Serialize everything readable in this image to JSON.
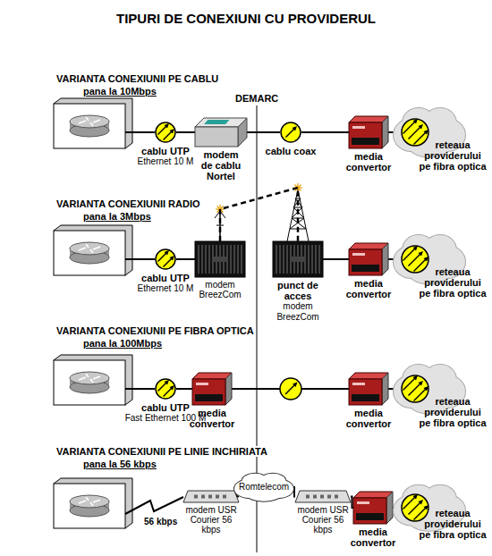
{
  "diagram": {
    "title": "TIPURI DE CONEXIUNI CU PROVIDERUL",
    "nodes": [
      {
        "text": [
          "cablu UTP",
          "Ethernet 10 M"
        ]
      },
      {
        "text": [
          "modem de cablu Nortel"
        ]
      },
      {
        "text": [
          "cablu coax"
        ]
      },
      {
        "text": [
          "media convertor"
        ]
      },
      {
        "text": [
          "reteaua providerului pe fibra optica"
        ]
      },
      {
        "text": [
          "cablu UTP",
          "Ethernet 10 M"
        ]
      },
      {
        "text": [
          "modem BreezCom"
        ]
      },
      {
        "text": [
          "punct de acces",
          "modem BreezCom"
        ]
      },
      {
        "text": [
          "media convertor"
        ]
      },
      {
        "text": [
          "reteaua providerului pe fibra optica"
        ]
      },
      {
        "text": [
          "cablu UTP",
          "Fast Ethernet 100 M"
        ]
      },
      {
        "text": [
          "media convertor"
        ]
      },
      {
        "text": [
          "media convertor"
        ]
      },
      {
        "text": [
          "reteaua providerului pe fibra optica"
        ]
      },
      {
        "text": [
          "modem USR Courier 56 kbps"
        ]
      },
      {
        "text": [
          "Romtelecom"
        ]
      },
      {
        "text": [
          "modem USR Courier 56 kbps"
        ]
      },
      {
        "text": [
          "media convertor"
        ]
      },
      {
        "text": [
          "reteaua providerului pe fibra optica"
        ]
      }
    ],
    "edges": [
      {
        "from": 0,
        "to": 1,
        "arrow": "none"
      },
      {
        "from": 1,
        "to": 2,
        "arrow": "none"
      },
      {
        "from": 2,
        "to": 3,
        "arrow": "none"
      },
      {
        "from": 3,
        "to": 4,
        "arrow": "none"
      },
      {
        "from": 5,
        "to": 6,
        "arrow": "none"
      },
      {
        "from": 6,
        "to": 7,
        "arrow": "none"
      },
      {
        "from": 7,
        "to": 8,
        "arrow": "none"
      },
      {
        "from": 8,
        "to": 9,
        "arrow": "none"
      },
      {
        "from": 10,
        "to": 11,
        "arrow": "none"
      },
      {
        "from": 11,
        "to": 12,
        "arrow": "none"
      },
      {
        "from": 12,
        "to": 13,
        "arrow": "none"
      },
      {
        "from": 14,
        "to": 15,
        "arrow": "none"
      },
      {
        "from": 15,
        "to": 16,
        "arrow": "none"
      },
      {
        "from": 16,
        "to": 17,
        "arrow": "none"
      },
      {
        "from": 17,
        "to": 18,
        "arrow": "none"
      }
    ],
    "labels": [
      "VARIANTA CONEXIUNII PE CABLU",
      "pana la 10Mbps",
      "DEMARC",
      "VARIANTA CONEXIUNII RADIO",
      "pana la 3Mbps",
      "VARIANTA CONEXIUNII PE FIBRA OPTICA",
      "pana la 100Mbps",
      "VARIANTA CONEXIUNII PE LINIE INCHIRIATA",
      "pana la 56 kbps",
      "56 kbps"
    ]
  }
}
